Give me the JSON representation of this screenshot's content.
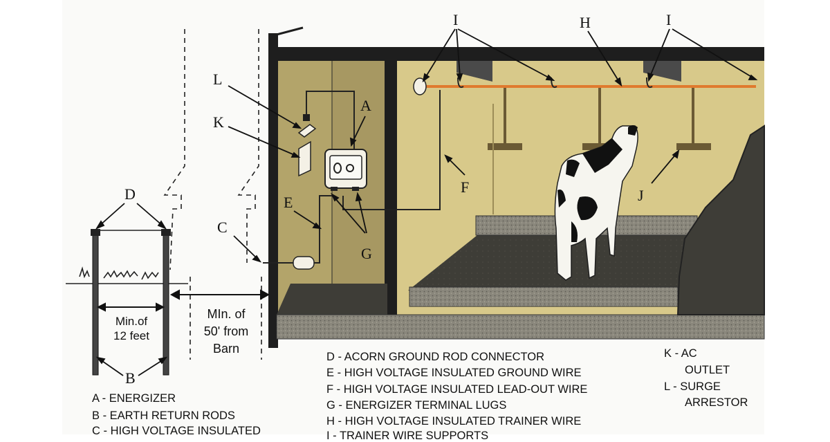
{
  "callouts": {
    "a": "A",
    "b": "B",
    "c": "C",
    "d": "D",
    "e": "E",
    "f": "F",
    "g": "G",
    "h": "H",
    "i_left": "I",
    "i_right": "I",
    "j": "J",
    "k": "K",
    "l": "L"
  },
  "dimensions": {
    "rod_spacing_line1": "Min.of",
    "rod_spacing_line2": "12 feet",
    "barn_distance_line1": "MIn. of",
    "barn_distance_line2": "50' from",
    "barn_distance_line3": "Barn"
  },
  "legend": {
    "items": [
      "A - ENERGIZER",
      "B - EARTH RETURN RODS",
      "C - HIGH VOLTAGE INSULATED",
      "D - ACORN GROUND ROD CONNECTOR",
      "E - HIGH VOLTAGE INSULATED GROUND WIRE",
      "F - HIGH VOLTAGE INSULATED LEAD-OUT WIRE",
      "G - ENERGIZER TERMINAL LUGS",
      "H - HIGH VOLTAGE INSULATED TRAINER WIRE",
      "I - TRAINER WIRE SUPPORTS"
    ],
    "k_line1": "K - AC",
    "k_line2": "OUTLET",
    "l_line1": "L - SURGE",
    "l_line2": "ARRESTOR"
  },
  "colors": {
    "wall_dark": "#b3a46a",
    "wall_light": "#d8c98a",
    "floor": "#3e3d37",
    "curb": "#8e8a7e",
    "trainer_wire": "#e07a2e"
  }
}
